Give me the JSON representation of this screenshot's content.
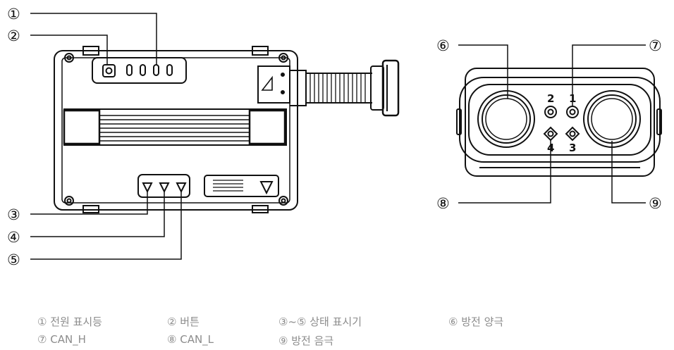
{
  "callouts": {
    "c1": "①",
    "c2": "②",
    "c3": "③",
    "c4": "④",
    "c5": "⑤",
    "c6": "⑥",
    "c7": "⑦",
    "c8": "⑧",
    "c9": "⑨"
  },
  "pins": {
    "p1": "1",
    "p2": "2",
    "p3": "3",
    "p4": "4"
  },
  "legend": [
    "① 전원 표시등",
    "② 버튼",
    "③~⑤ 상태 표시기",
    "⑥ 방전 양극",
    "⑦ CAN_H",
    "⑧ CAN_L",
    "⑨ 방전 음극"
  ]
}
